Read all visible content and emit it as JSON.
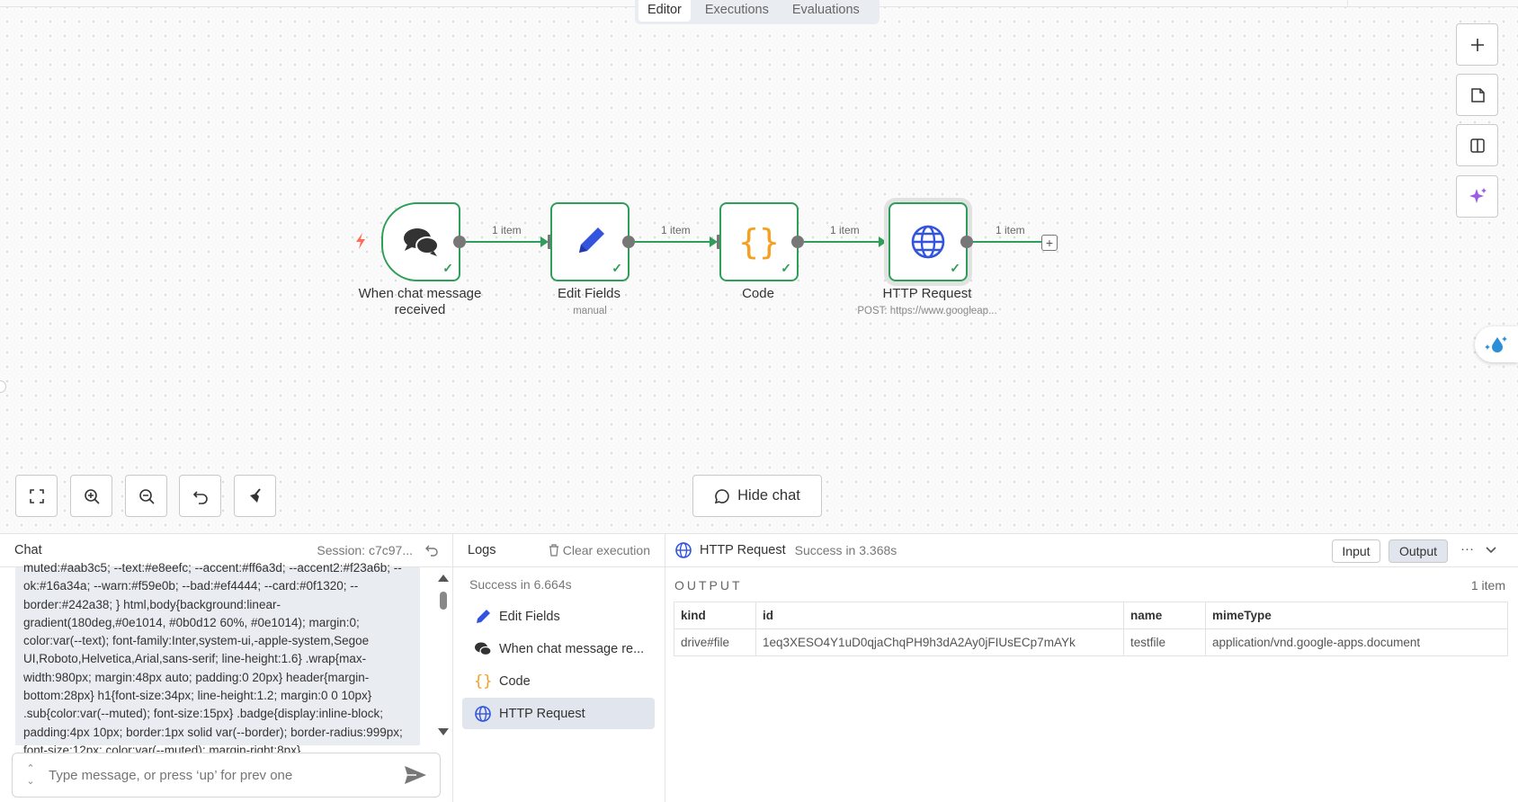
{
  "tabs": [
    "Editor",
    "Executions",
    "Evaluations"
  ],
  "nodes": [
    {
      "label": "When chat message received",
      "sub": ""
    },
    {
      "label": "Edit Fields",
      "sub": "manual"
    },
    {
      "label": "Code",
      "sub": ""
    },
    {
      "label": "HTTP Request",
      "sub": "POST: https://www.googleap..."
    }
  ],
  "edge_label": "1 item",
  "hide_chat": "Hide chat",
  "chat": {
    "title": "Chat",
    "session": "Session: c7c97...",
    "message": "muted:#aab3c5; --text:#e8eefc; --accent:#ff6a3d; --accent2:#f23a6b; --ok:#16a34a; --warn:#f59e0b; --bad:#ef4444; --card:#0f1320; --border:#242a38; } html,body{background:linear-gradient(180deg,#0e1014, #0b0d12 60%, #0e1014); margin:0; color:var(--text); font-family:Inter,system-ui,-apple-system,Segoe UI,Roboto,Helvetica,Arial,sans-serif; line-height:1.6} .wrap{max-width:980px; margin:48px auto; padding:0 20px} header{margin-bottom:28px} h1{font-size:34px; line-height:1.2; margin:0 0 10px} .sub{color:var(--muted); font-size:15px} .badge{display:inline-block; padding:4px 10px; border:1px solid var(--border); border-radius:999px; font-size:12px; color:var(--muted); margin-right:8px}",
    "placeholder": "Type message, or press ‘up’ for prev one"
  },
  "logs": {
    "title": "Logs",
    "clear": "Clear execution",
    "status": "Success in 6.664s",
    "items": [
      "Edit Fields",
      "When chat message re...",
      "Code",
      "HTTP Request"
    ]
  },
  "output": {
    "node": "HTTP Request",
    "status": "Success in 3.368s",
    "input_btn": "Input",
    "output_btn": "Output",
    "heading": "OUTPUT",
    "count": "1 item",
    "columns": [
      "kind",
      "id",
      "name",
      "mimeType"
    ],
    "rows": [
      [
        "drive#file",
        "1eq3XESO4Y1uD0qjaChqPH9h3dA2Ay0jFIUsECp7mAYk",
        "testfile",
        "application/vnd.google-apps.document"
      ]
    ]
  }
}
